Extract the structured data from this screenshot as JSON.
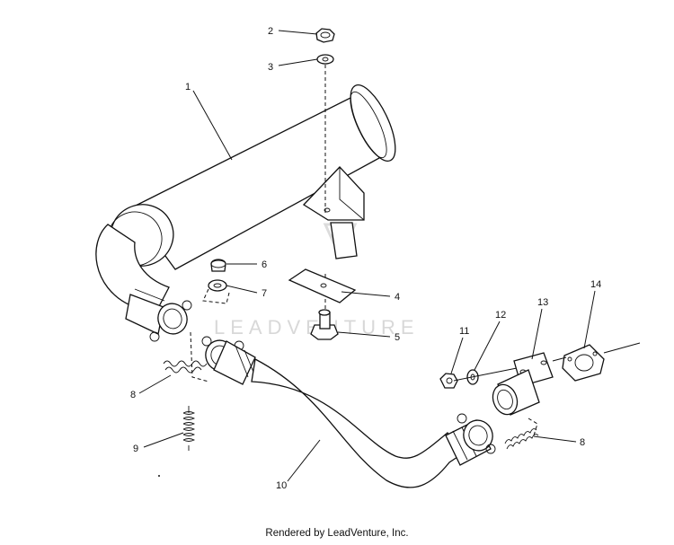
{
  "callouts": {
    "c1": "1",
    "c2": "2",
    "c3": "3",
    "c4": "4",
    "c5": "5",
    "c6": "6",
    "c7": "7",
    "c8a": "8",
    "c8b": "8",
    "c9": "9",
    "c10": "10",
    "c11": "11",
    "c12": "12",
    "c13": "13",
    "c14": "14"
  },
  "watermark": "LEADVENTURE",
  "footer": "Rendered by LeadVenture, Inc."
}
